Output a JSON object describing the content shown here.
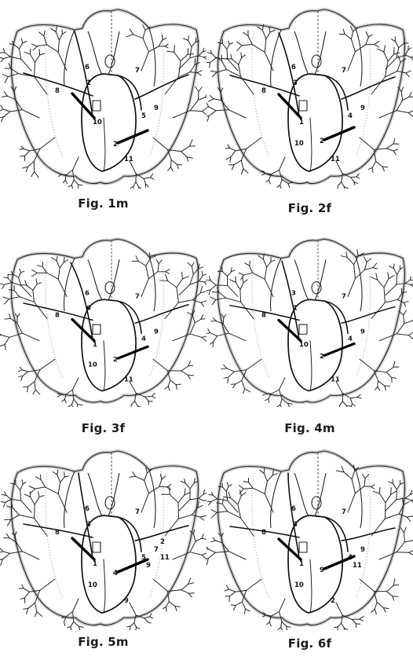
{
  "figures": [
    {
      "caption": "Fig. 1m",
      "variant": 1,
      "left_labels": [
        "8",
        "6",
        "1",
        "10"
      ],
      "right_labels": [
        "7",
        "5",
        "9",
        "2",
        "11"
      ]
    },
    {
      "caption": "Fig. 2f",
      "variant": 2,
      "left_labels": [
        "8",
        "6",
        "3",
        "1",
        "10"
      ],
      "right_labels": [
        "7",
        "4",
        "9",
        "2",
        "11"
      ]
    },
    {
      "caption": "Fig. 3f",
      "variant": 3,
      "left_labels": [
        "8",
        "6",
        "6",
        "1",
        "10"
      ],
      "right_labels": [
        "7",
        "4",
        "9",
        "2",
        "11"
      ]
    },
    {
      "caption": "Fig. 4m",
      "variant": 4,
      "left_labels": [
        "8",
        "3",
        "1",
        "10"
      ],
      "right_labels": [
        "7",
        "4",
        "9",
        "2",
        "11"
      ]
    },
    {
      "caption": "Fig. 5m",
      "variant": 5,
      "left_labels": [
        "8",
        "6",
        "3",
        "1",
        "10"
      ],
      "right_labels": [
        "7",
        "5",
        "7",
        "4",
        "9",
        "9",
        "2",
        "11"
      ]
    },
    {
      "caption": "Fig. 6f",
      "variant": 6,
      "left_labels": [
        "8",
        "6",
        "3",
        "1",
        "10"
      ],
      "right_labels": [
        "7",
        "4",
        "9",
        "9",
        "2",
        "11"
      ]
    }
  ]
}
